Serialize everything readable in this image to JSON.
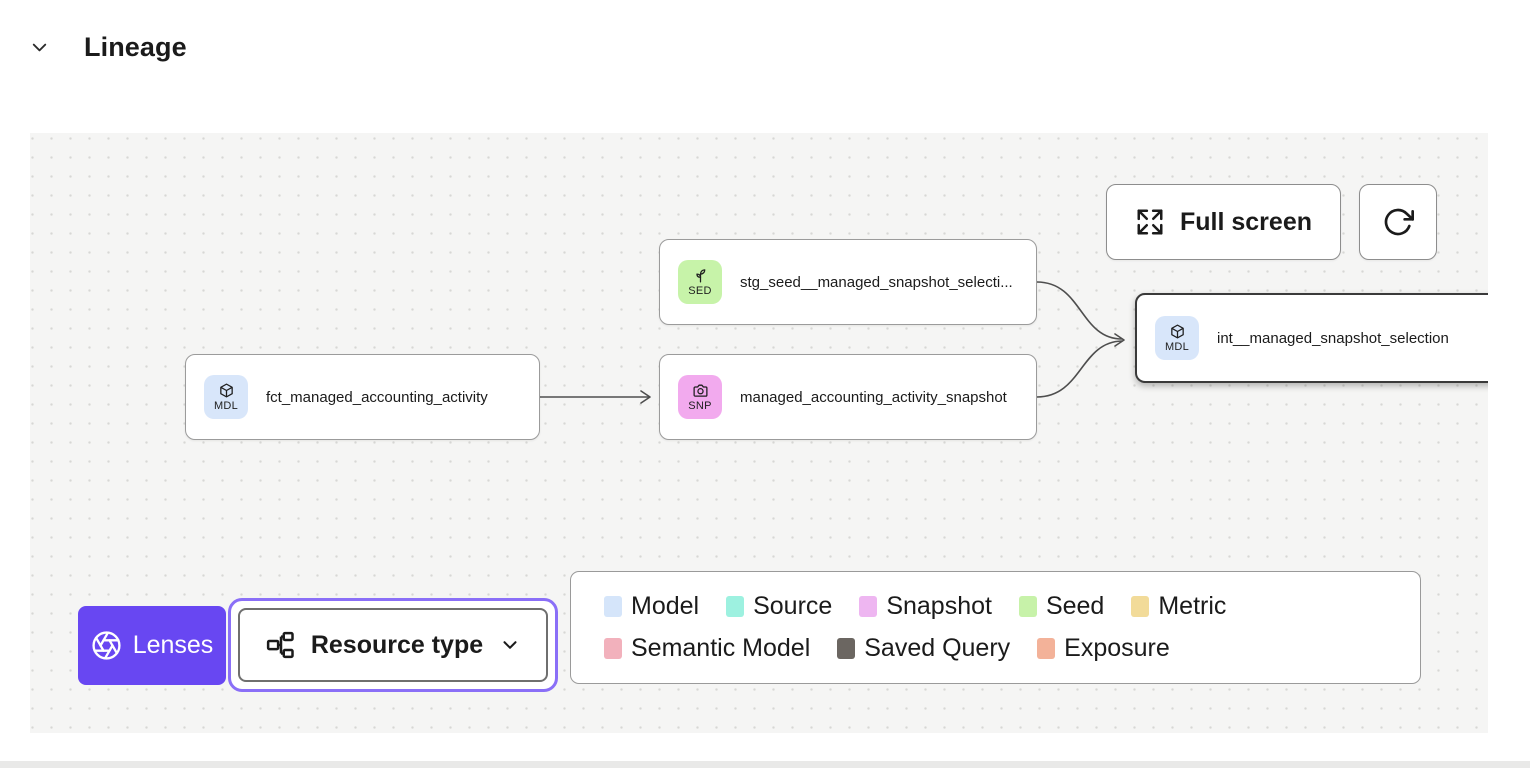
{
  "header": {
    "title": "Lineage"
  },
  "canvas": {
    "controls": {
      "full_screen_label": "Full screen"
    },
    "nodes": [
      {
        "badge": "SED",
        "badge_color": "#c7f3a9",
        "label": "stg_seed__managed_snapshot_selecti...",
        "type": "seed",
        "selected": false
      },
      {
        "badge": "MDL",
        "badge_color": "#d8e6fa",
        "label": "fct_managed_accounting_activity",
        "type": "model",
        "selected": false
      },
      {
        "badge": "SNP",
        "badge_color": "#f2aaee",
        "label": "managed_accounting_activity_snapshot",
        "type": "snapshot",
        "selected": false
      },
      {
        "badge": "MDL",
        "badge_color": "#d8e6fa",
        "label": "int__managed_snapshot_selection",
        "type": "model",
        "selected": true
      }
    ],
    "edges": [
      {
        "from": "fct_managed_accounting_activity",
        "to": "managed_accounting_activity_snapshot"
      },
      {
        "from": "stg_seed__managed_snapshot_selecti...",
        "to": "int__managed_snapshot_selection"
      },
      {
        "from": "managed_accounting_activity_snapshot",
        "to": "int__managed_snapshot_selection"
      }
    ]
  },
  "footer_controls": {
    "lenses_label": "Lenses",
    "resource_type_label": "Resource type"
  },
  "legend": {
    "items": [
      {
        "label": "Model",
        "color": "#d5e5fa"
      },
      {
        "label": "Source",
        "color": "#9df1e0"
      },
      {
        "label": "Snapshot",
        "color": "#eeb6f1"
      },
      {
        "label": "Seed",
        "color": "#c7f2a9"
      },
      {
        "label": "Metric",
        "color": "#f2db99"
      },
      {
        "label": "Semantic Model",
        "color": "#f2b1bc"
      },
      {
        "label": "Saved Query",
        "color": "#6b6661"
      },
      {
        "label": "Exposure",
        "color": "#f3b299"
      }
    ]
  },
  "colors": {
    "accent_purple": "#6847f2",
    "focus_ring": "#8a6ff7",
    "canvas_background": "#f5f5f4",
    "edge": "#4e4e4e"
  }
}
